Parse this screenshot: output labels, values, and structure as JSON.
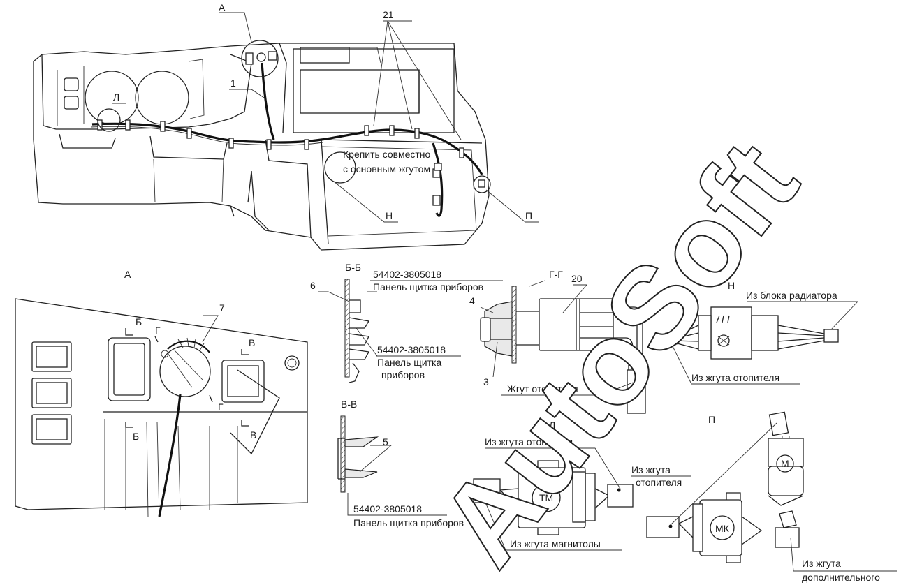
{
  "labels": {
    "view_a_callout": "А",
    "l_callout": "Л",
    "item_1": "1",
    "item_21": "21",
    "note_line1": "Крепить совместно",
    "note_line2": "с основным жгутом",
    "n_callout": "Н",
    "p_callout": "П",
    "view_a_title": "А",
    "section_bb_title": "Б-Б",
    "section_vv_title": "В-В",
    "section_gg_title": "Г-Г",
    "view_n_title": "Н",
    "view_l_title": "Л",
    "view_p_title": "П",
    "item_6": "6",
    "item_7": "7",
    "item_4": "4",
    "item_3": "3",
    "item_20": "20",
    "item_5": "5",
    "cut_b_top": "Б",
    "cut_b_bottom": "Б",
    "cut_g_top": "Г",
    "cut_g_bottom": "Г",
    "cut_v_top": "В",
    "cut_v_bottom": "В",
    "part_no_1": "54402-3805018",
    "panel_1": "Панель щитка приборов",
    "part_no_2": "54402-3805018",
    "panel_2_line1": "Панель щитка",
    "panel_2_line2": "приборов",
    "part_no_3": "54402-3805018",
    "panel_3": "Панель щитка приборов",
    "heater_harness": "Жгут  отопителя",
    "from_radiator_block": "Из блока радиатора",
    "from_heater_harness_n": "Из жгута отопителя",
    "from_heater_harness_l": "Из жгута отопителя",
    "from_radio_harness": "Из жгута магнитолы",
    "from_heater_p_line1": "Из жгута",
    "from_heater_p_line2": "отопителя",
    "from_additional_line1": "Из жгута",
    "from_additional_line2": "дополнительного",
    "connector_tm": "ТМ",
    "connector_mk": "МК",
    "connector_m": "М",
    "watermark": "AutoSoft"
  }
}
